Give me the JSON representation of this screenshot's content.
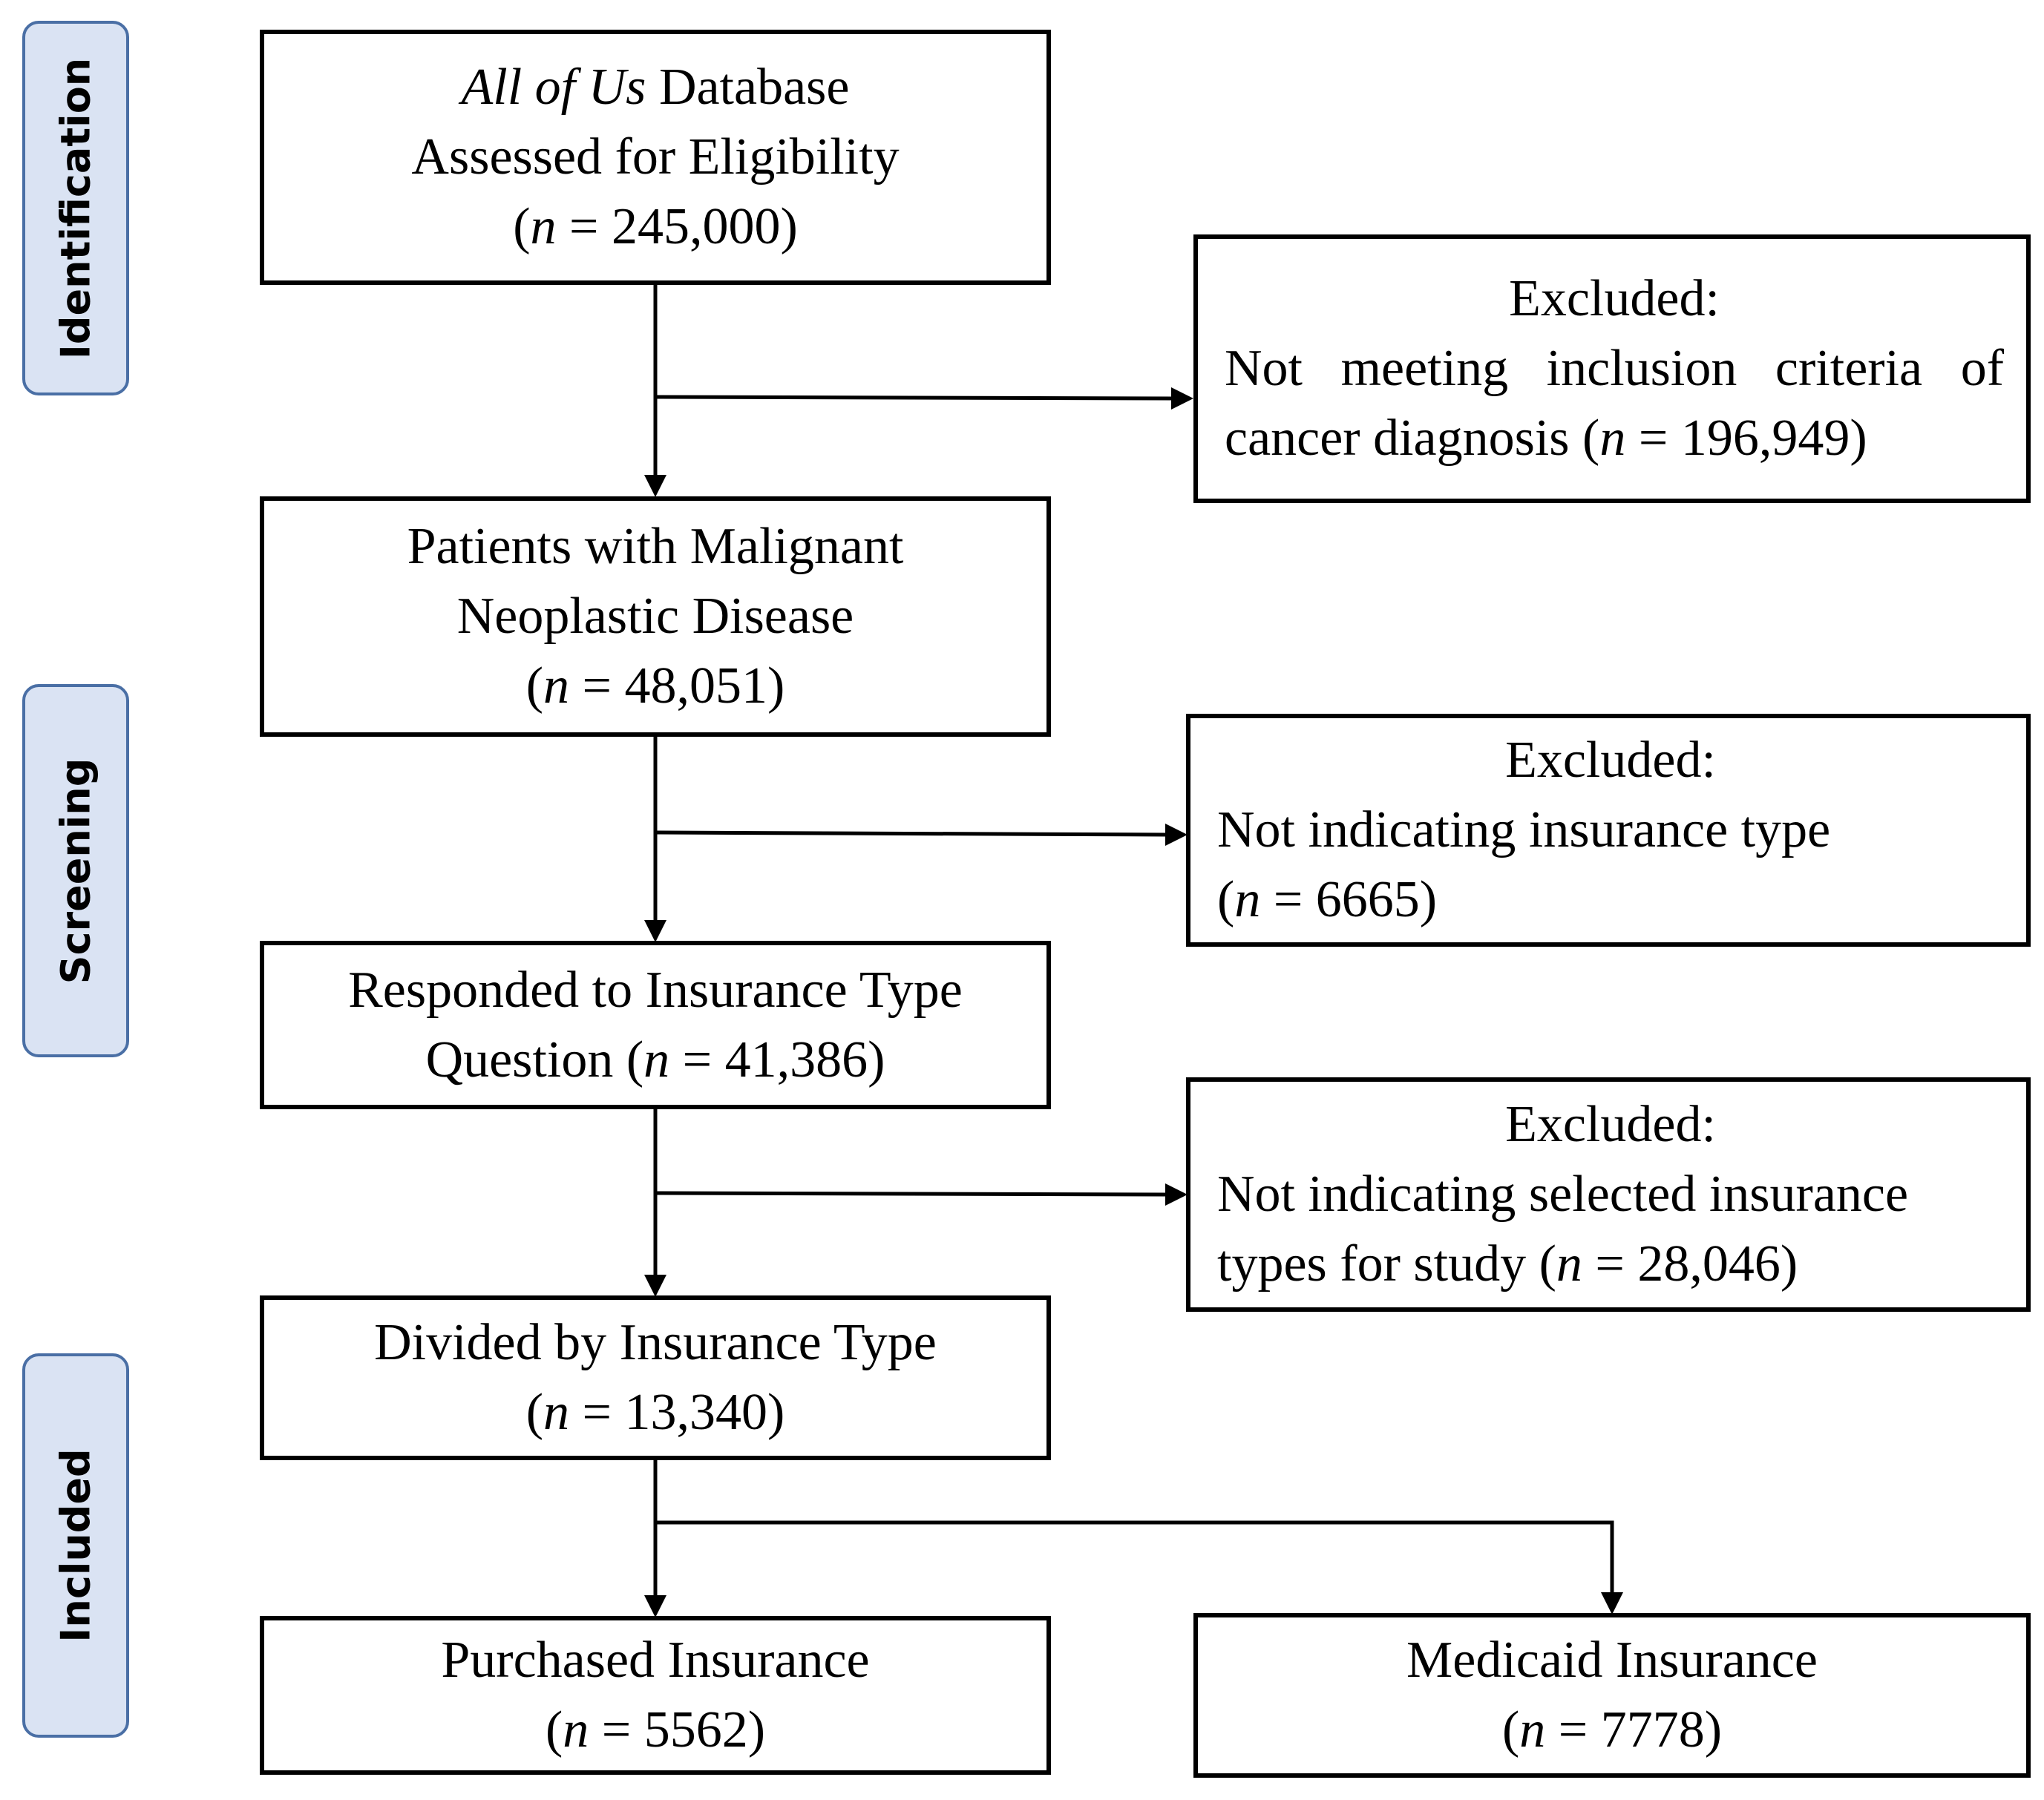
{
  "stages": {
    "identification": "Identification",
    "screening": "Screening",
    "included": "Included"
  },
  "boxes": {
    "database": {
      "line1_italic": "All of Us",
      "line1_rest": " Database",
      "line2": "Assessed for Eligibility",
      "n_open": "(",
      "n_italic": "n",
      "n_rest": " = 245,000)"
    },
    "malignant": {
      "line1": "Patients with Malignant",
      "line2": "Neoplastic Disease",
      "n_open": "(",
      "n_italic": "n",
      "n_rest": " = 48,051)"
    },
    "responded": {
      "line1": "Responded to Insurance Type",
      "line2_pre": "Question (",
      "n_italic": "n",
      "n_rest": " = 41,386)"
    },
    "divided": {
      "line1": "Divided by Insurance Type",
      "n_open": "(",
      "n_italic": "n",
      "n_rest": " = 13,340)"
    },
    "purchased": {
      "line1": "Purchased Insurance",
      "n_open": "(",
      "n_italic": "n",
      "n_rest": " = 5562)"
    },
    "medicaid": {
      "line1": "Medicaid Insurance",
      "n_open": "(",
      "n_italic": "n",
      "n_rest": " = 7778)"
    }
  },
  "exclusions": {
    "excl1": {
      "head": "Excluded:",
      "line1": "Not meeting inclusion criteria of",
      "line2_pre": "cancer diagnosis (",
      "n_italic": "n",
      "n_rest": " = 196,949)"
    },
    "excl2": {
      "head": "Excluded:",
      "line1": "Not indicating insurance type",
      "line2_pre": "(",
      "n_italic": "n",
      "n_rest": " = 6665)"
    },
    "excl3": {
      "head": "Excluded:",
      "line1": "Not indicating selected insurance",
      "line2_pre": "types for study (",
      "n_italic": "n",
      "n_rest": " = 28,046)"
    }
  }
}
